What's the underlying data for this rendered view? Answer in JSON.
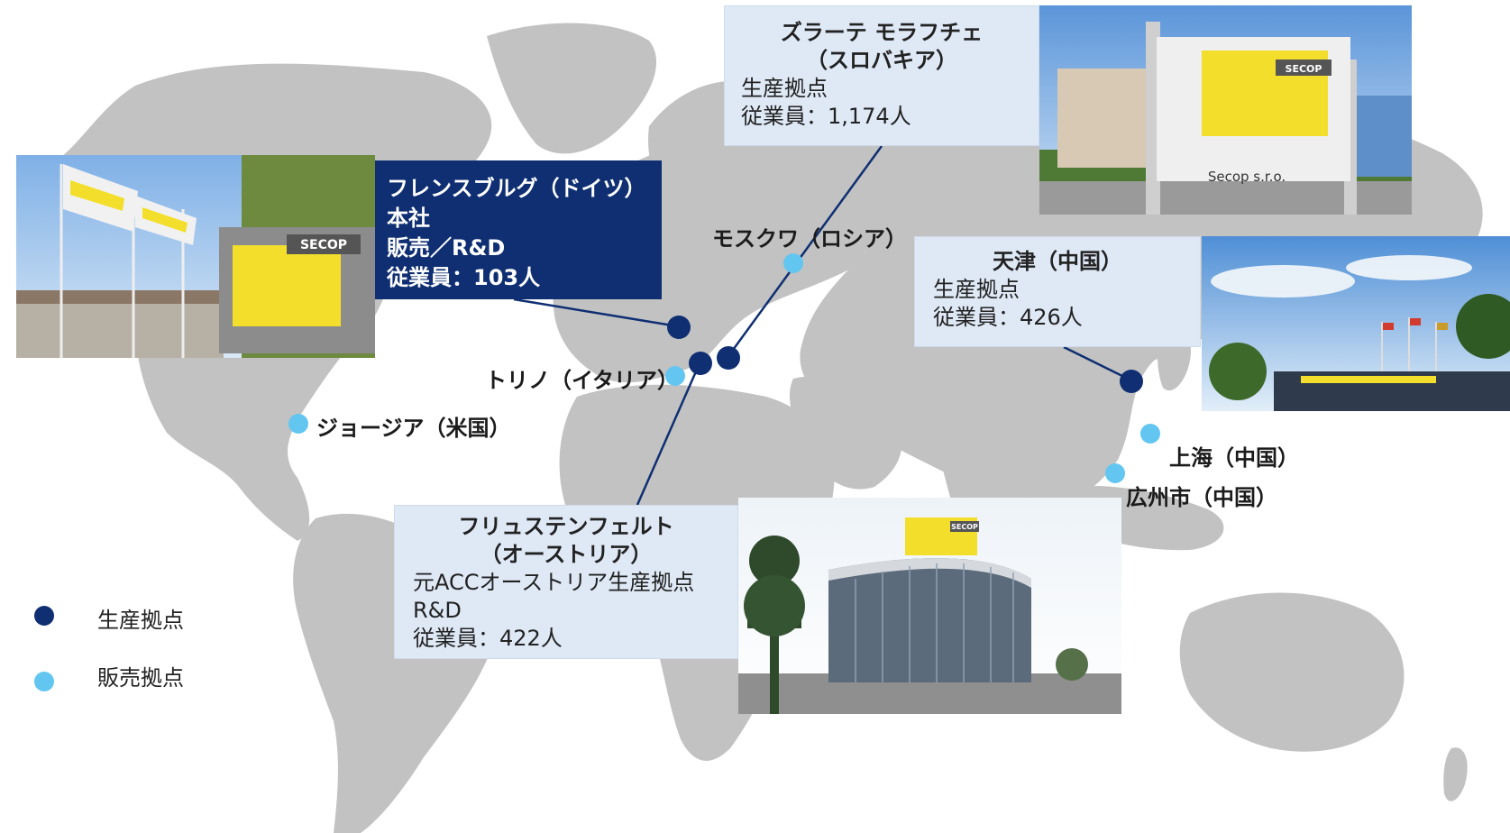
{
  "locations": {
    "flensburg": {
      "title": "フレンスブルグ（ドイツ）",
      "lines": [
        "本社",
        "販売／R&D",
        "従業員：103人"
      ]
    },
    "zlate": {
      "title1": "ズラーテ モラフチェ",
      "title2": "（スロバキア）",
      "lines": [
        "生産拠点",
        "従業員：1,174人"
      ]
    },
    "tianjin": {
      "title": "天津（中国）",
      "lines": [
        "生産拠点",
        "従業員：426人"
      ]
    },
    "furstenfeld": {
      "title1": "フリュステンフェルト",
      "title2": "（オーストリア）",
      "lines": [
        "元ACCオーストリア生産拠点",
        "R&D",
        "従業員：422人"
      ]
    },
    "moscow": {
      "label": "モスクワ（ロシア）"
    },
    "torino": {
      "label": "トリノ（イタリア）"
    },
    "georgia": {
      "label": "ジョージア（米国）"
    },
    "shanghai": {
      "label": "上海（中国）"
    },
    "guangzhou": {
      "label": "広州市（中国）"
    }
  },
  "photos": {
    "slovakia_sign": "Secop s.r.o.",
    "logo": "SECOP"
  },
  "legend": {
    "production": "生産拠点",
    "sales": "販売拠点"
  },
  "colors": {
    "production": "#0f2f72",
    "sales": "#63c6f1",
    "card": "#dfe9f6",
    "land": "#c2c2c2",
    "logo_yellow": "#f3df2b"
  }
}
